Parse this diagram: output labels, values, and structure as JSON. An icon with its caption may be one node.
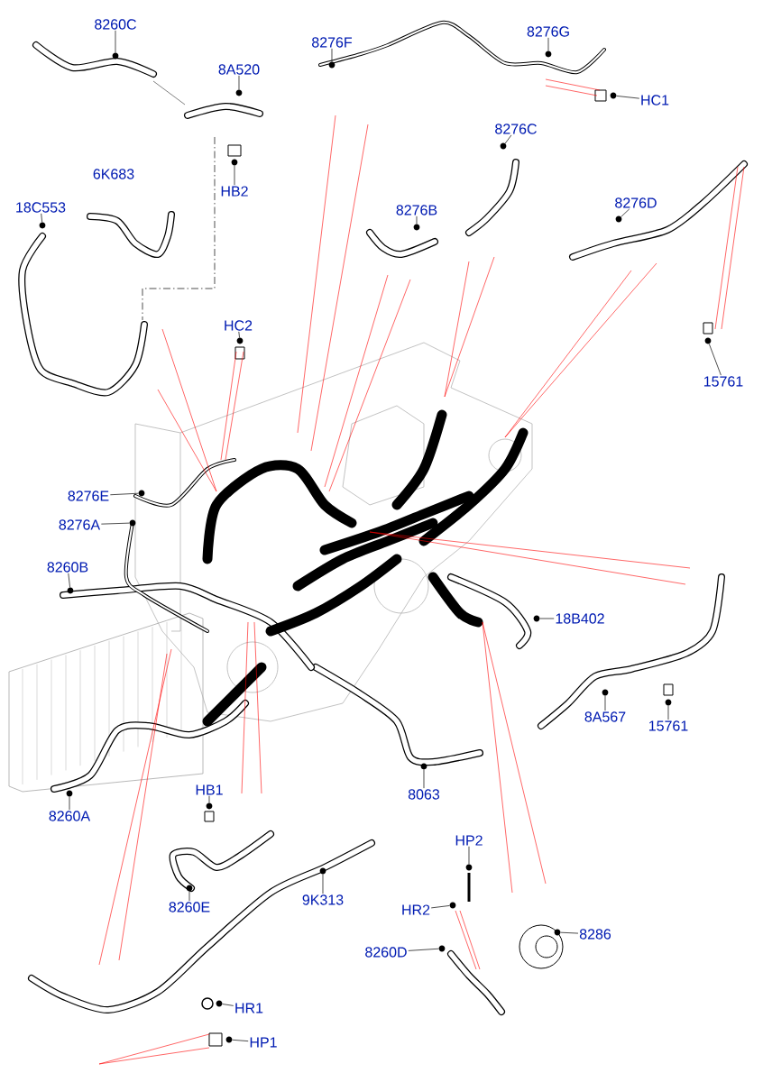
{
  "diagram": {
    "nodes": [
      {
        "text": [
          "8260C"
        ]
      },
      {
        "text": [
          "8A520"
        ]
      },
      {
        "text": [
          "HB2"
        ]
      },
      {
        "text": [
          "8276F"
        ]
      },
      {
        "text": [
          "8276G"
        ]
      },
      {
        "text": [
          "HC1"
        ]
      },
      {
        "text": [
          "6K683"
        ]
      },
      {
        "text": [
          "18C553"
        ]
      },
      {
        "text": [
          "8276C"
        ]
      },
      {
        "text": [
          "8276B"
        ]
      },
      {
        "text": [
          "8276D"
        ]
      },
      {
        "text": [
          "HC2"
        ]
      },
      {
        "text": [
          "15761"
        ]
      },
      {
        "text": [
          "8276E"
        ]
      },
      {
        "text": [
          "8276A"
        ]
      },
      {
        "text": [
          "8260B"
        ]
      },
      {
        "text": [
          "18B402"
        ]
      },
      {
        "text": [
          "8A567"
        ]
      },
      {
        "text": [
          "15761"
        ]
      },
      {
        "text": [
          "8260A"
        ]
      },
      {
        "text": [
          "HB1"
        ]
      },
      {
        "text": [
          "8063"
        ]
      },
      {
        "text": [
          "HP2"
        ]
      },
      {
        "text": [
          "9K313"
        ]
      },
      {
        "text": [
          "8260E"
        ]
      },
      {
        "text": [
          "HR2"
        ]
      },
      {
        "text": [
          "8286"
        ]
      },
      {
        "text": [
          "8260D"
        ]
      },
      {
        "text": [
          "HR1"
        ]
      },
      {
        "text": [
          "HP1"
        ]
      },
      {
        "text": [],
        "shape": "circle"
      },
      {
        "text": [],
        "shape": "circle"
      },
      {
        "text": [],
        "shape": "circle"
      },
      {
        "text": [],
        "shape": "circle"
      },
      {
        "text": [],
        "shape": "circle"
      },
      {
        "text": [],
        "shape": "circle"
      },
      {
        "text": [],
        "shape": "circle"
      },
      {
        "text": [],
        "shape": "circle"
      },
      {
        "text": [],
        "shape": "circle"
      },
      {
        "text": [],
        "shape": "circle"
      },
      {
        "text": [],
        "shape": "circle"
      },
      {
        "text": [],
        "shape": "circle"
      },
      {
        "text": [],
        "shape": "circle"
      },
      {
        "text": [],
        "shape": "circle"
      },
      {
        "text": [],
        "shape": "circle"
      },
      {
        "text": [],
        "shape": "circle"
      },
      {
        "text": [],
        "shape": "circle"
      },
      {
        "text": [],
        "shape": "circle"
      },
      {
        "text": [],
        "shape": "circle"
      },
      {
        "text": [],
        "shape": "circle"
      },
      {
        "text": [],
        "shape": "circle"
      },
      {
        "text": [],
        "shape": "circle"
      },
      {
        "text": [],
        "shape": "circle"
      },
      {
        "text": [],
        "shape": "circle"
      },
      {
        "text": [],
        "shape": "circle"
      },
      {
        "text": [],
        "shape": "circle"
      },
      {
        "text": [],
        "shape": "circle"
      },
      {
        "text": [],
        "shape": "circle"
      },
      {
        "text": [],
        "shape": "circle"
      }
    ],
    "edges": [
      {
        "from": 0,
        "to": 30,
        "arrow": "none"
      },
      {
        "from": 1,
        "to": 31,
        "arrow": "none"
      },
      {
        "from": 2,
        "to": 32,
        "arrow": "none"
      },
      {
        "from": 3,
        "to": 33,
        "arrow": "none"
      },
      {
        "from": 4,
        "to": 34,
        "arrow": "none"
      },
      {
        "from": 5,
        "to": 35,
        "arrow": "none"
      },
      {
        "from": 7,
        "to": 36,
        "arrow": "none"
      },
      {
        "from": 8,
        "to": 37,
        "arrow": "none"
      },
      {
        "from": 9,
        "to": 38,
        "arrow": "none"
      },
      {
        "from": 10,
        "to": 39,
        "arrow": "none"
      },
      {
        "from": 11,
        "to": 40,
        "arrow": "none"
      },
      {
        "from": 12,
        "to": 41,
        "arrow": "none"
      },
      {
        "from": 13,
        "to": 42,
        "arrow": "none"
      },
      {
        "from": 14,
        "to": 43,
        "arrow": "none"
      },
      {
        "from": 15,
        "to": 44,
        "arrow": "none"
      },
      {
        "from": 16,
        "to": 45,
        "arrow": "none"
      },
      {
        "from": 17,
        "to": 46,
        "arrow": "none"
      },
      {
        "from": 18,
        "to": 47,
        "arrow": "none"
      },
      {
        "from": 19,
        "to": 48,
        "arrow": "none"
      },
      {
        "from": 20,
        "to": 49,
        "arrow": "none"
      },
      {
        "from": 21,
        "to": 50,
        "arrow": "none"
      },
      {
        "from": 22,
        "to": 51,
        "arrow": "none"
      },
      {
        "from": 23,
        "to": 52,
        "arrow": "none"
      },
      {
        "from": 24,
        "to": 53,
        "arrow": "none"
      },
      {
        "from": 25,
        "to": 54,
        "arrow": "none"
      },
      {
        "from": 26,
        "to": 55,
        "arrow": "none"
      },
      {
        "from": 27,
        "to": 56,
        "arrow": "none"
      },
      {
        "from": 28,
        "to": 57,
        "arrow": "none"
      },
      {
        "from": 29,
        "to": 58,
        "arrow": "none"
      }
    ]
  }
}
